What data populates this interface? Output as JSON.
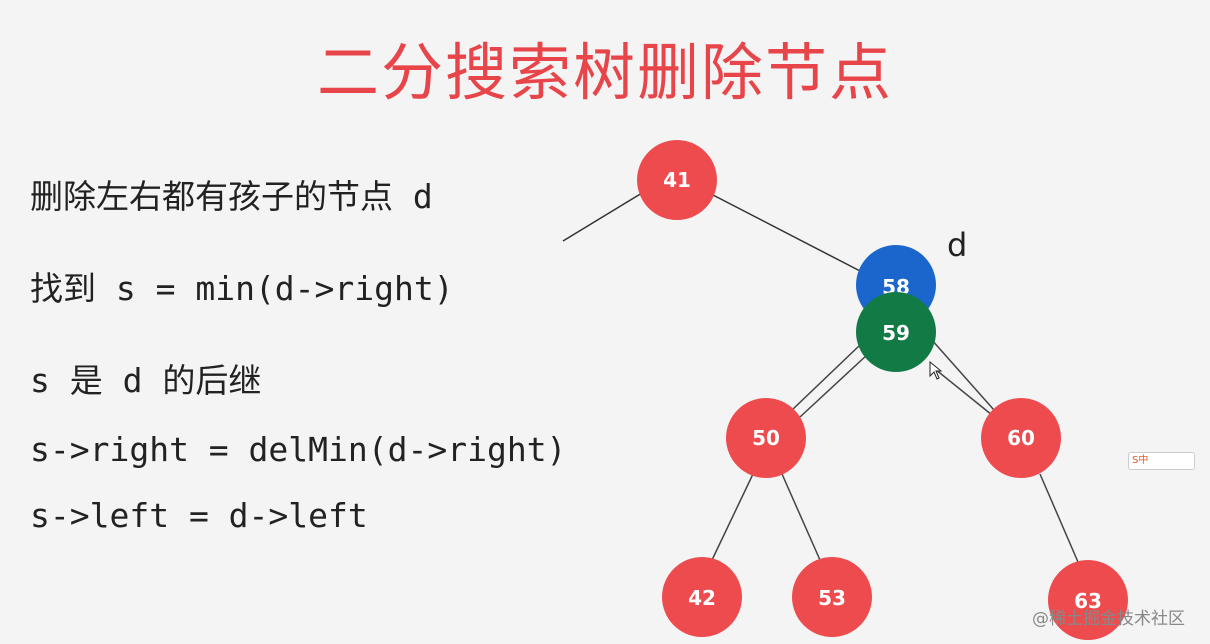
{
  "title": "二分搜索树删除节点",
  "lines": [
    "删除左右都有孩子的节点 d",
    "找到 s = min(d->right)",
    "s 是 d 的后继",
    "s->right = delMin(d->right)",
    "s->left = d->left"
  ],
  "tree": {
    "d_label": "d",
    "nodes": {
      "n41": {
        "label": "41",
        "color": "#ee4b4f"
      },
      "n58": {
        "label": "58",
        "color": "#1a66cc"
      },
      "n59": {
        "label": "59",
        "color": "#127a44"
      },
      "n50": {
        "label": "50",
        "color": "#ee4b4f"
      },
      "n60": {
        "label": "60",
        "color": "#ee4b4f"
      },
      "n42": {
        "label": "42",
        "color": "#ee4b4f"
      },
      "n53": {
        "label": "53",
        "color": "#ee4b4f"
      },
      "n63": {
        "label": "63",
        "color": "#ee4b4f"
      }
    }
  },
  "badge": "S中",
  "watermark": "@稀土掘金技术社区"
}
